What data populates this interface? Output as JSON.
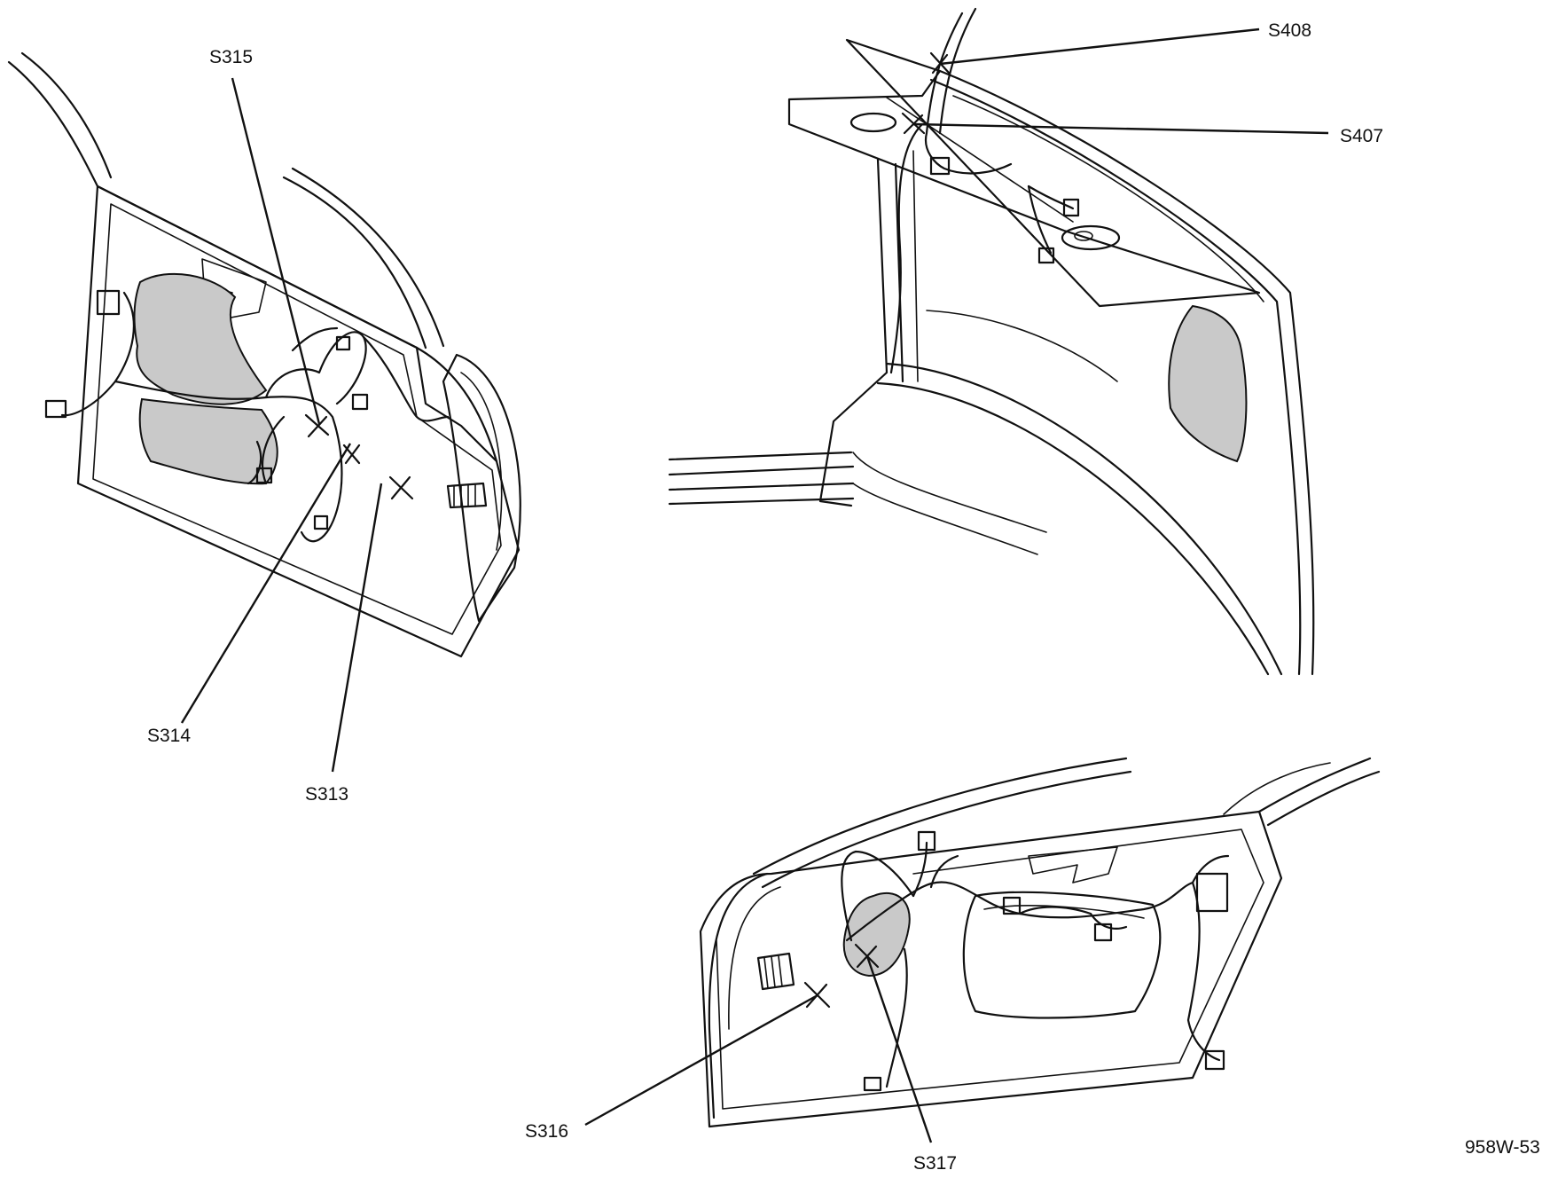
{
  "figure_id": "958W-53",
  "callouts": {
    "s315": "S315",
    "s314": "S314",
    "s313": "S313",
    "s408": "S408",
    "s407": "S407",
    "s316": "S316",
    "s317": "S317"
  }
}
